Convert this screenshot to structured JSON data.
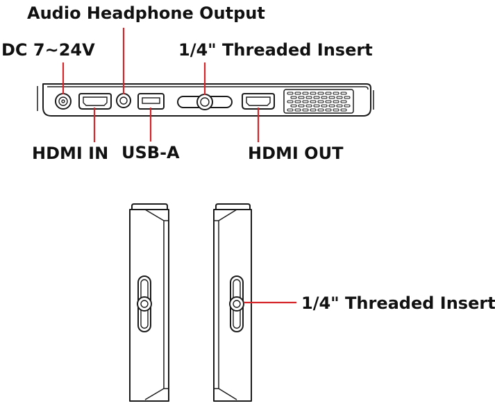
{
  "labels": {
    "audio": "Audio Headphone Output",
    "dc": "DC 7~24V",
    "threaded_top": "1/4\" Threaded Insert",
    "hdmi_in": "HDMI IN",
    "usb_a": "USB-A",
    "hdmi_out": "HDMI OUT",
    "threaded_side": "1/4\" Threaded Insert"
  },
  "colors": {
    "pointer": "#d4262b",
    "outline": "#1a1a1a",
    "label": "#111111"
  }
}
